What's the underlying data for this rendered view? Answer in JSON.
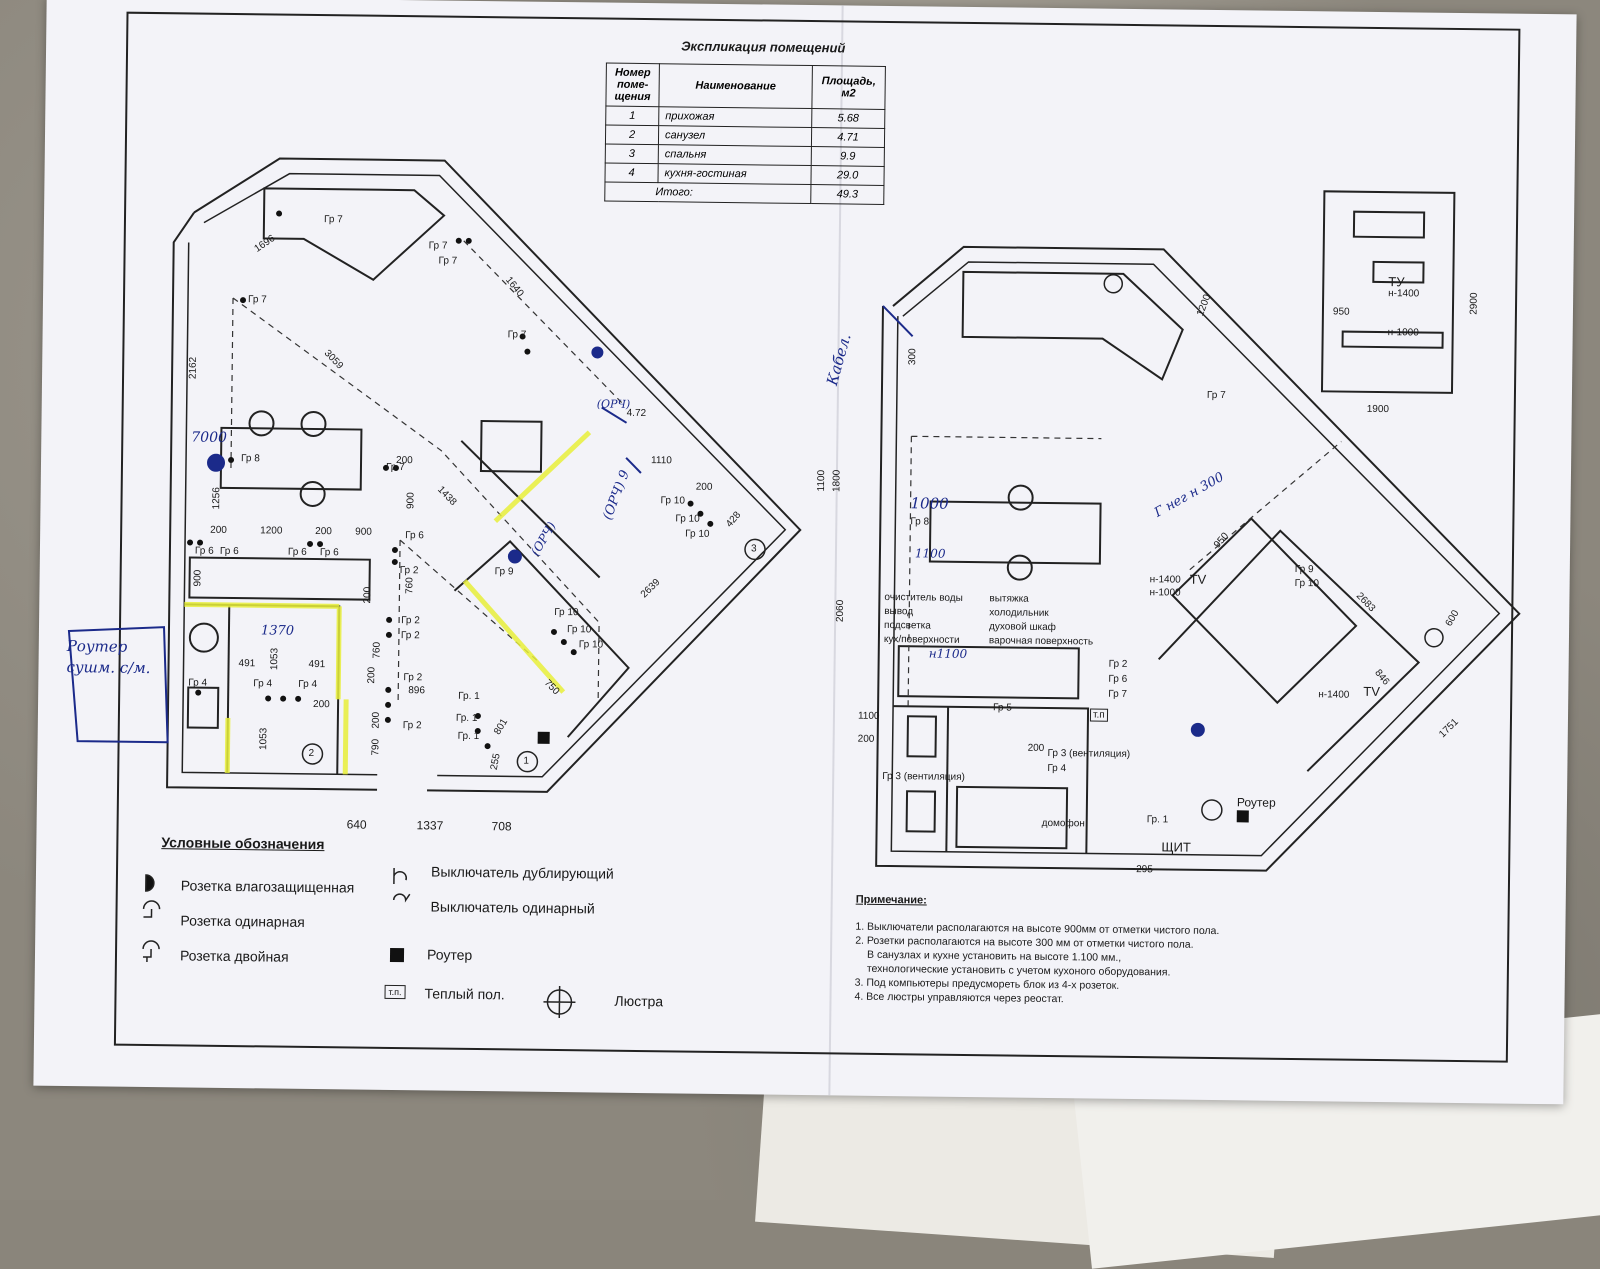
{
  "explication": {
    "title": "Экспликация помещений",
    "headers": [
      "Номер поме- щения",
      "Наименование",
      "Площадь, м2"
    ],
    "rows": [
      {
        "num": "1",
        "name": "прихожая",
        "area": "5.68"
      },
      {
        "num": "2",
        "name": "санузел",
        "area": "4.71"
      },
      {
        "num": "3",
        "name": "спальня",
        "area": "9.9"
      },
      {
        "num": "4",
        "name": "кухня-гостиная",
        "area": "29.0"
      }
    ],
    "total_label": "Итого:",
    "total_value": "49.3"
  },
  "legend": {
    "title": "Условные обозначения",
    "items": {
      "waterproof_socket": "Розетка влагозащищенная",
      "single_socket": "Розетка одинарная",
      "double_socket": "Розетка двойная",
      "double_switch": "Выключатель дублирующий",
      "single_switch": "Выключатель одинарный",
      "router": "Роутер",
      "warm_floor_symbol": "т.п.",
      "warm_floor": "Теплый пол.",
      "chandelier": "Люстра"
    }
  },
  "notes": {
    "title": "Примечание:",
    "lines": [
      "1. Выключатели располагаются на высоте 900мм от отметки чистого пола.",
      "2. Розетки располагаются на высоте 300 мм от отметки чистого пола.",
      "В санузлах и кухне установить на высоте 1.100 мм.,",
      "технологические установить с учетом кухоного оборудования.",
      "3. Под компьютеры предусмореть блок из 4-х розеток.",
      "4. Все люстры управляются через реостат."
    ]
  },
  "left_plan": {
    "dims": [
      "1696",
      "1640",
      "3059",
      "2162",
      "200",
      "200",
      "1256",
      "200",
      "1200",
      "200",
      "900",
      "900",
      "1438",
      "200",
      "428",
      "2639",
      "200",
      "760",
      "200",
      "760",
      "896",
      "200",
      "790",
      "750",
      "801",
      "255",
      "491",
      "491",
      "1053",
      "1053",
      "200",
      "4.72",
      "1110",
      "640",
      "1337",
      "708",
      "900"
    ],
    "groups": [
      "Гр 7",
      "Гр 7",
      "Гр 7",
      "Гр 7",
      "Гр 7",
      "Гр 7",
      "Гр 8",
      "Гр 6",
      "Гр 6",
      "Гр 6",
      "Гр 6",
      "Гр 6",
      "Гр 9",
      "Гр 10",
      "Гр 10",
      "Гр 10",
      "Гр 10",
      "Гр 10",
      "Гр 10",
      "Гр 2",
      "Гр 2",
      "Гр 2",
      "Гр 2",
      "Гр 2",
      "Гр 4",
      "Гр 4",
      "Гр 4",
      "Гр. 1",
      "Гр. 1",
      "Гр. 1"
    ],
    "rooms": [
      "1",
      "2",
      "3"
    ],
    "handwriting": [
      "7000",
      "Роутер сушм. с/м.",
      "1370",
      "(ОРЧ)",
      "(ОРЧ) 9",
      "(ОРЧ)"
    ]
  },
  "right_plan": {
    "dims": [
      "1200",
      "300",
      "1100",
      "1800",
      "2060",
      "1000",
      "1100",
      "1100",
      "1100",
      "200",
      "200",
      "950",
      "2683",
      "600",
      "846",
      "1751",
      "295",
      "950",
      "1900",
      "2900"
    ],
    "labels": {
      "kitchen_left": [
        "очиститель воды",
        "вывод",
        "подсветка",
        "кух/поверхности"
      ],
      "kitchen_right": [
        "вытяжка",
        "холодильник",
        "духовой шкаф",
        "варочная поверхность"
      ],
      "vent1": "Гр 3 (вентиляция)",
      "vent2": "Гр 3 (вентиляция)",
      "gr4": "Гр 4",
      "intercom": "домофон",
      "panel": "ЩИТ",
      "router": "Роутер",
      "gr1": "Гр. 1",
      "tv1": "TV",
      "tv2": "TV",
      "tv3": "ТУ",
      "h1400a": "н-1400",
      "h1000a": "н-1000",
      "h1400b": "н-1400",
      "h1400c": "н-1400",
      "h1000b": "н-1000",
      "gr7": "Гр 7",
      "gr8": "Гр 8",
      "gr9": "Гр 9",
      "gr10": "Гр 10",
      "gr5": "Гр 5",
      "gr2": "Гр 2",
      "gr6": "Гр 6",
      "gr7b": "Гр 7",
      "tp": "т.п",
      "hand_cable": "Кабел.",
      "hand_neg": "Г нег н 300",
      "hand_1000": "1000",
      "hand_1100": "н1100",
      "hand_1800": "1100"
    }
  },
  "colors": {
    "paper": "#f3f3f8",
    "ink": "#1a1a1a",
    "pen": "#1b2a8a",
    "highlight": "#e8ef3a"
  }
}
